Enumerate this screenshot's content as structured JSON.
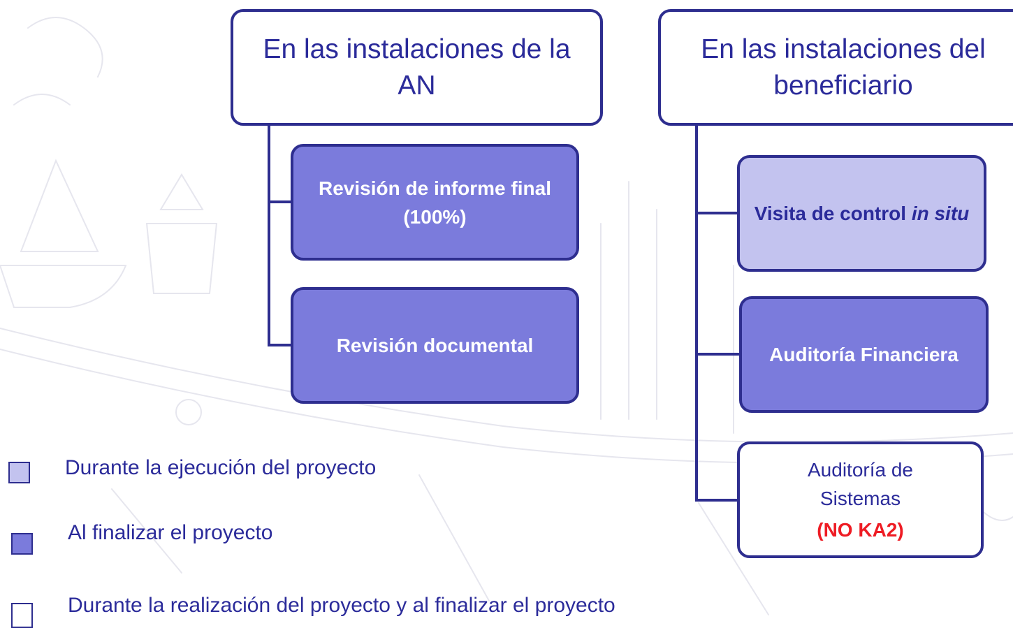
{
  "headers": {
    "an": "En las instalaciones de la AN",
    "beneficiario": "En las instalaciones del beneficiario"
  },
  "boxes": {
    "informe_final": "Revisión de informe final (100%)",
    "revision_documental": "Revisión documental",
    "visita_control": {
      "text": "Visita de control ",
      "italic": "in situ"
    },
    "auditoria_financiera": "Auditoría Financiera",
    "auditoria_sistemas": {
      "text": "Auditoría de Sistemas",
      "note": "(NO KA2)"
    }
  },
  "legend": [
    {
      "label": "Durante la ejecución del proyecto",
      "color": "#c3c3ef"
    },
    {
      "label": "Al finalizar el proyecto",
      "color": "#7b7bdc"
    },
    {
      "label": "Durante la realización del proyecto y al finalizar el proyecto",
      "color": "#ffffff"
    }
  ],
  "colors": {
    "border": "#2e2e8f",
    "text": "#2b2b9a",
    "dark_fill": "#7b7bdc",
    "light_fill": "#c3c3ef",
    "highlight": "#ee1c24"
  }
}
